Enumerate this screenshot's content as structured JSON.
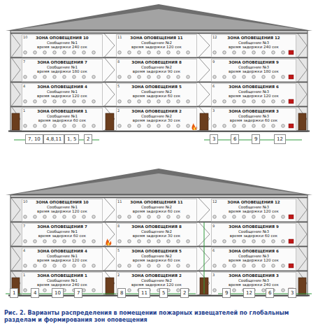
{
  "diagram": {
    "caption": "Рис. 2. Варианты распределения в помещении пожарных извещателей по глобальным разделам и формирования зон оповещения",
    "nodes": [
      {
        "text": [
          "ЗОНА ОПОВЕЩЕНИЯ 10",
          "Сообщение №1",
          "время задержки 240 сек"
        ]
      },
      {
        "text": [
          "ЗОНА ОПОВЕЩЕНИЯ 11",
          "Сообщение №2",
          "время задержки 120 сек"
        ]
      },
      {
        "text": [
          "ЗОНА ОПОВЕЩЕНИЯ 12",
          "Сообщение №3",
          "время задержки 240 сек"
        ]
      },
      {
        "text": [
          "ЗОНА ОПОВЕЩЕНИЯ 7",
          "Сообщение №1",
          "время задержки 180 сек"
        ]
      },
      {
        "text": [
          "ЗОНА ОПОВЕЩЕНИЯ 8",
          "Сообщение №2",
          "время задержки 90 сек"
        ]
      },
      {
        "text": [
          "ЗОНА ОПОВЕЩЕНИЯ 9",
          "Сообщение №3",
          "время задержки 180 сек"
        ]
      },
      {
        "text": [
          "ЗОНА ОПОВЕЩЕНИЯ 4",
          "Сообщение №1",
          "время задержки 120 сек"
        ]
      },
      {
        "text": [
          "ЗОНА ОПОВЕЩЕНИЯ 5",
          "Сообщение №2",
          "время задержки 60 сек"
        ]
      },
      {
        "text": [
          "ЗОНА ОПОВЕЩЕНИЯ 6",
          "Сообщение №3",
          "время задержки 120 сек"
        ]
      },
      {
        "text": [
          "ЗОНА ОПОВЕЩЕНИЯ 1",
          "Сообщение №1",
          "время задержки 60 сек"
        ]
      },
      {
        "text": [
          "ЗОНА ОПОВЕЩЕНИЯ 2",
          "Сообщение №2",
          "время задержки 30 сек"
        ]
      },
      {
        "text": [
          "ЗОНА ОПОВЕЩЕНИЯ 3",
          "Сообщение №3",
          "время задержки 60 сек"
        ]
      },
      {
        "text": [
          "7, 10"
        ]
      },
      {
        "text": [
          "4,8,11"
        ]
      },
      {
        "text": [
          "1, 5"
        ]
      },
      {
        "text": [
          "2"
        ]
      },
      {
        "text": [
          "3"
        ]
      },
      {
        "text": [
          "6"
        ]
      },
      {
        "text": [
          "9"
        ]
      },
      {
        "text": [
          "12"
        ]
      },
      {
        "text": [
          "ЗОНА ОПОВЕЩЕНИЯ 10",
          "Сообщение №1",
          "время задержки 120 сек"
        ]
      },
      {
        "text": [
          "ЗОНА ОПОВЕЩЕНИЯ 11",
          "Сообщение №2",
          "время задержки 60 сек"
        ]
      },
      {
        "text": [
          "ЗОНА ОПОВЕЩЕНИЯ 12",
          "Сообщение №3",
          "время задержки 120 сек"
        ]
      },
      {
        "text": [
          "ЗОНА ОПОВЕЩЕНИЯ 7",
          "Сообщение №1",
          "время задержки 60 сек"
        ]
      },
      {
        "text": [
          "ЗОНА ОПОВЕЩЕНИЯ 8",
          "Сообщение №2",
          "время задержки 30 сек"
        ]
      },
      {
        "text": [
          "ЗОНА ОПОВЕЩЕНИЯ 9",
          "Сообщение №3",
          "время задержки 60 сек"
        ]
      },
      {
        "text": [
          "ЗОНА ОПОВЕЩЕНИЯ 4",
          "Сообщение №1",
          "время задержки 120 сек"
        ]
      },
      {
        "text": [
          "ЗОНА ОПОВЕЩЕНИЯ 5",
          "Сообщение №2",
          "время задержки 60 сек"
        ]
      },
      {
        "text": [
          "ЗОНА ОПОВЕЩЕНИЯ 6",
          "Сообщение №3",
          "время задержки 120 сек"
        ]
      },
      {
        "text": [
          "ЗОНА ОПОВЕЩЕНИЯ 1",
          "Сообщение №1",
          "время задержки 240 сек"
        ]
      },
      {
        "text": [
          "ЗОНА ОПОВЕЩЕНИЯ 2",
          "Сообщение №2",
          "время задержки 120 сек"
        ]
      },
      {
        "text": [
          "ЗОНА ОПОВЕЩЕНИЯ 3",
          "Сообщение №3",
          "время задержки 240 сек"
        ]
      },
      {
        "text": [
          "1"
        ]
      },
      {
        "text": [
          "4"
        ]
      },
      {
        "text": [
          "10"
        ]
      },
      {
        "text": [
          "7"
        ]
      },
      {
        "text": [
          "8"
        ]
      },
      {
        "text": [
          "11"
        ]
      },
      {
        "text": [
          "5"
        ]
      },
      {
        "text": [
          "2"
        ]
      },
      {
        "text": [
          "9"
        ]
      },
      {
        "text": [
          "12"
        ]
      },
      {
        "text": [
          "6"
        ]
      },
      {
        "text": [
          "3"
        ]
      }
    ],
    "labels": [
      "10",
      "11",
      "12",
      "7",
      "8",
      "9",
      "4",
      "5",
      "6",
      "1",
      "2",
      "3",
      "10",
      "11",
      "12",
      "7",
      "8",
      "9",
      "4",
      "5",
      "6",
      "1",
      "2",
      "3"
    ]
  }
}
